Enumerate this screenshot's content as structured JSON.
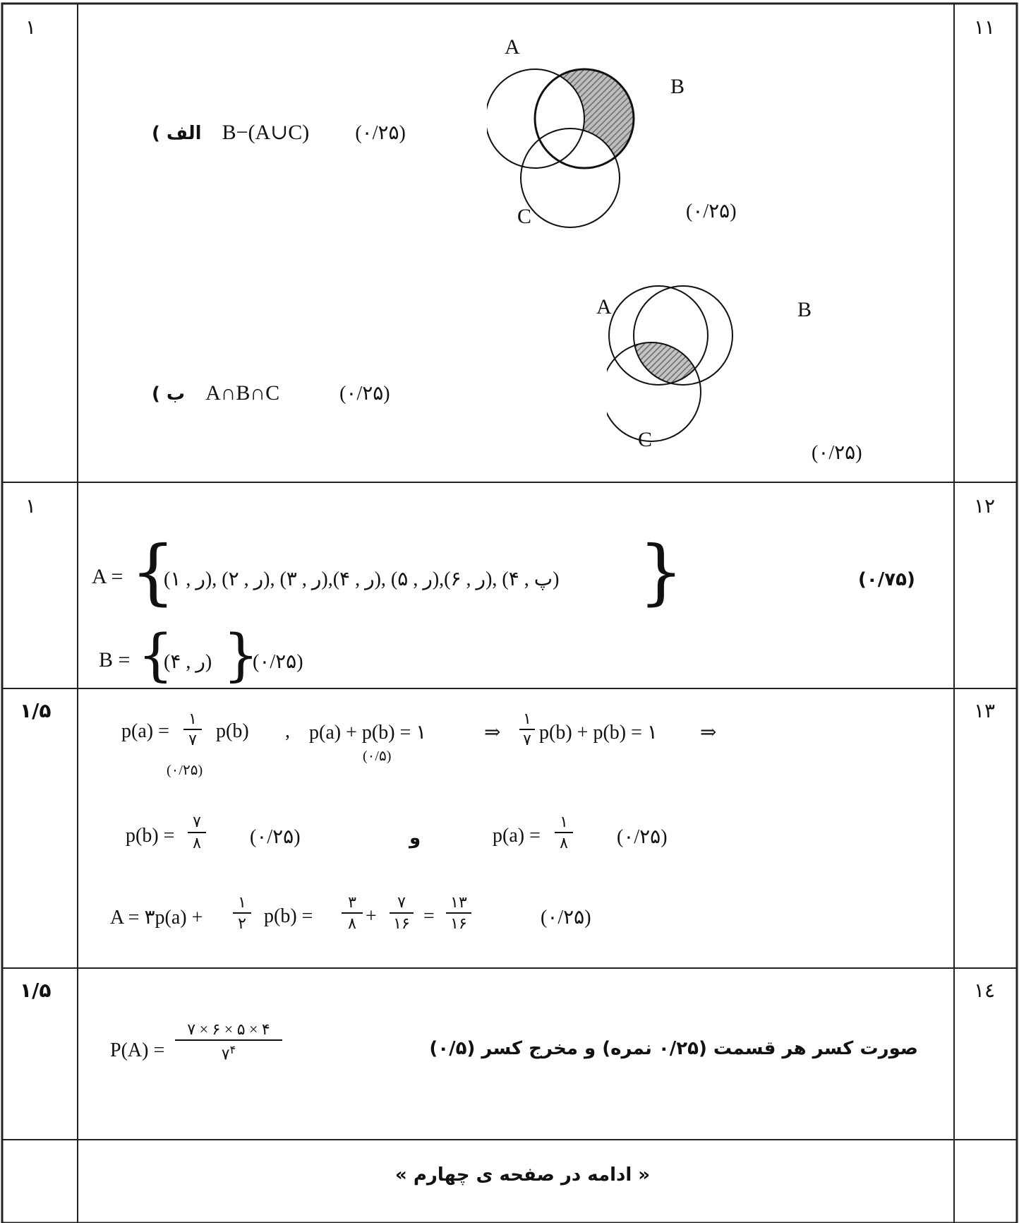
{
  "rows": [
    {
      "number": "۱۱",
      "score": "۱",
      "part_a": {
        "label": "الف )",
        "expr": "B−(A∪C)",
        "mark": "(۰/۲۵)",
        "diagram_mark": "(۰/۲۵)"
      },
      "part_b": {
        "label": "ب )",
        "expr": "A∩B∩C",
        "mark": "(۰/۲۵)",
        "diagram_mark": "(۰/۲۵)"
      },
      "venn1": {
        "labels": [
          "A",
          "B",
          "C"
        ],
        "shaded": "B−(A∪C)",
        "shade_color": "#8a8a8a"
      },
      "venn2": {
        "labels": [
          "A",
          "B",
          "C"
        ],
        "shaded": "A∩B∩C",
        "shade_color": "#8a8a8a"
      }
    },
    {
      "number": "۱۲",
      "score": "۱",
      "set_a": {
        "lhs": "A =",
        "body": "(ر , ۱), (ر , ۲), (ر , ۳),(ر , ۴), (ر , ۵),(ر , ۶), (پ , ۴)",
        "mark": "(۰/۷۵)"
      },
      "set_b": {
        "lhs": "B =",
        "body": "(ر , ۴)",
        "mark": "(۰/۲۵)"
      }
    },
    {
      "number": "۱۳",
      "score": "۱/۵",
      "line1": {
        "pa": "p(a) =",
        "frac1_num": "۱",
        "frac1_den": "۷",
        "pb": "p(b)",
        "mark1": "(۰/۲۵)",
        "comma": ",",
        "sum": "p(a) + p(b) = ۱",
        "mark2": "(۰/۵)",
        "arrow1": "⇒",
        "frac2_num": "۱",
        "frac2_den": "۷",
        "rest": "p(b) + p(b) = ۱",
        "arrow2": "⇒"
      },
      "line2": {
        "pb_lhs": "p(b) =",
        "pb_num": "۷",
        "pb_den": "۸",
        "mark_pb": "(۰/۲۵)",
        "and": "و",
        "pa_lhs": "p(a) =",
        "pa_num": "۱",
        "pa_den": "۸",
        "mark_pa": "(۰/۲۵)"
      },
      "line3": {
        "lhs": "A = ۳p(a) +",
        "f1_num": "۱",
        "f1_den": "۲",
        "pb": "p(b) =",
        "f2_num": "۳",
        "f2_den": "۸",
        "plus": "+",
        "f3_num": "۷",
        "f3_den": "۱۶",
        "eq": "=",
        "f4_num": "۱۳",
        "f4_den": "۱۶",
        "mark": "(۰/۲۵)"
      }
    },
    {
      "number": "۱٤",
      "score": "۱/۵",
      "formula": {
        "lhs": "P(A) =",
        "num": "۷ × ۶ × ۵ × ۴",
        "den_base": "۷",
        "den_exp": "۴"
      },
      "note": "صورت کسر هر قسمت (۰/۲۵ نمره) و مخرج کسر (۰/۵)"
    },
    {
      "number": "",
      "score": "",
      "footer": "« ادامه در صفحه ی چهارم »"
    }
  ]
}
